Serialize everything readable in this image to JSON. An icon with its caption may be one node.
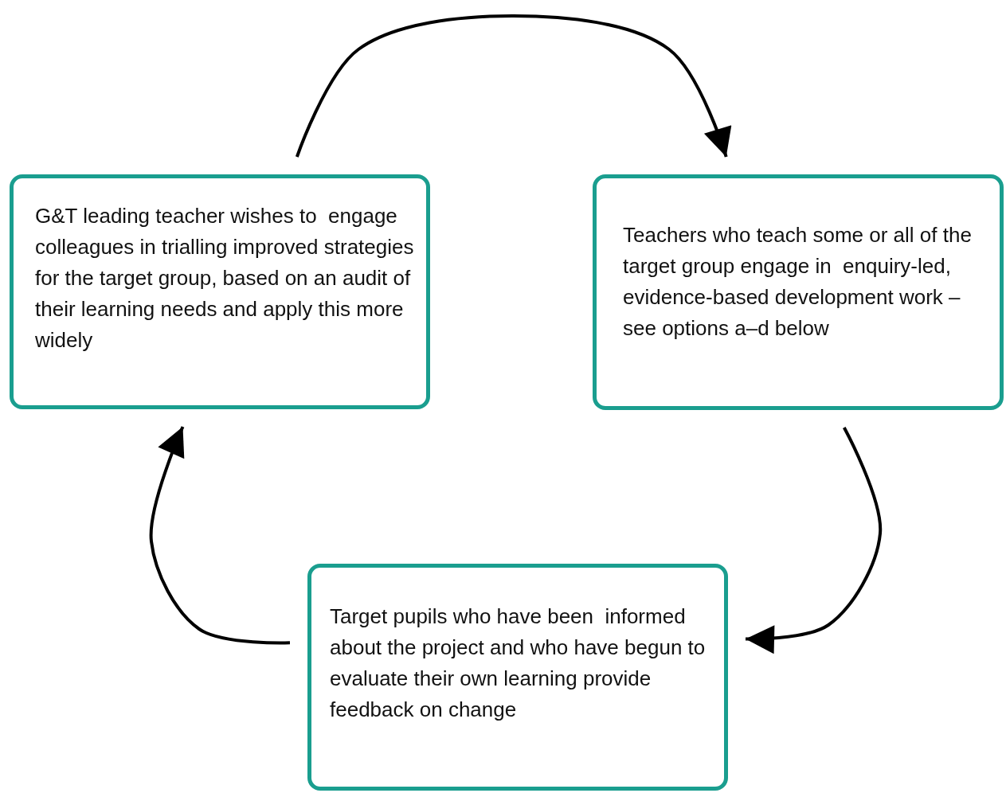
{
  "diagram": {
    "nodes": [
      {
        "text": [
          "G&T leading teacher wishes to  engage colleagues in trialling improved strategies for the target group, based on an audit of their learning needs and apply this more widely"
        ]
      },
      {
        "text": [
          "Teachers who teach some or all of the target group engage in  enquiry-led, evidence-based development work – see options a–d below"
        ]
      },
      {
        "text": [
          "Target pupils who have been  informed about the project and who have begun to evaluate their own learning provide feedback on change"
        ]
      }
    ],
    "edges": [
      {
        "from": 0,
        "to": 1,
        "arrow": "to"
      },
      {
        "from": 1,
        "to": 2,
        "arrow": "to"
      },
      {
        "from": 2,
        "to": 0,
        "arrow": "to"
      }
    ]
  }
}
